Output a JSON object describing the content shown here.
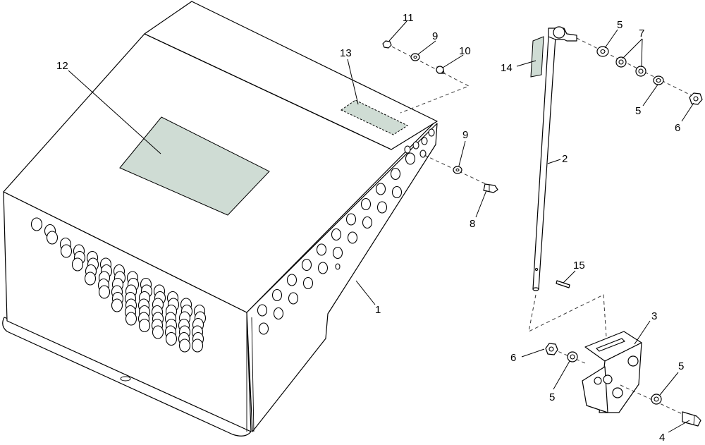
{
  "colors": {
    "line": "#000000",
    "label_fill": "#cfdcd4",
    "background": "#ffffff"
  },
  "callouts": {
    "c1": "1",
    "c2": "2",
    "c3": "3",
    "c4": "4",
    "c5a": "5",
    "c5b": "5",
    "c5c": "5",
    "c5d": "5",
    "c6a": "6",
    "c6b": "6",
    "c7": "7",
    "c8": "8",
    "c9a": "9",
    "c9b": "9",
    "c10": "10",
    "c11": "11",
    "c12": "12",
    "c13": "13",
    "c14": "14",
    "c15": "15"
  }
}
